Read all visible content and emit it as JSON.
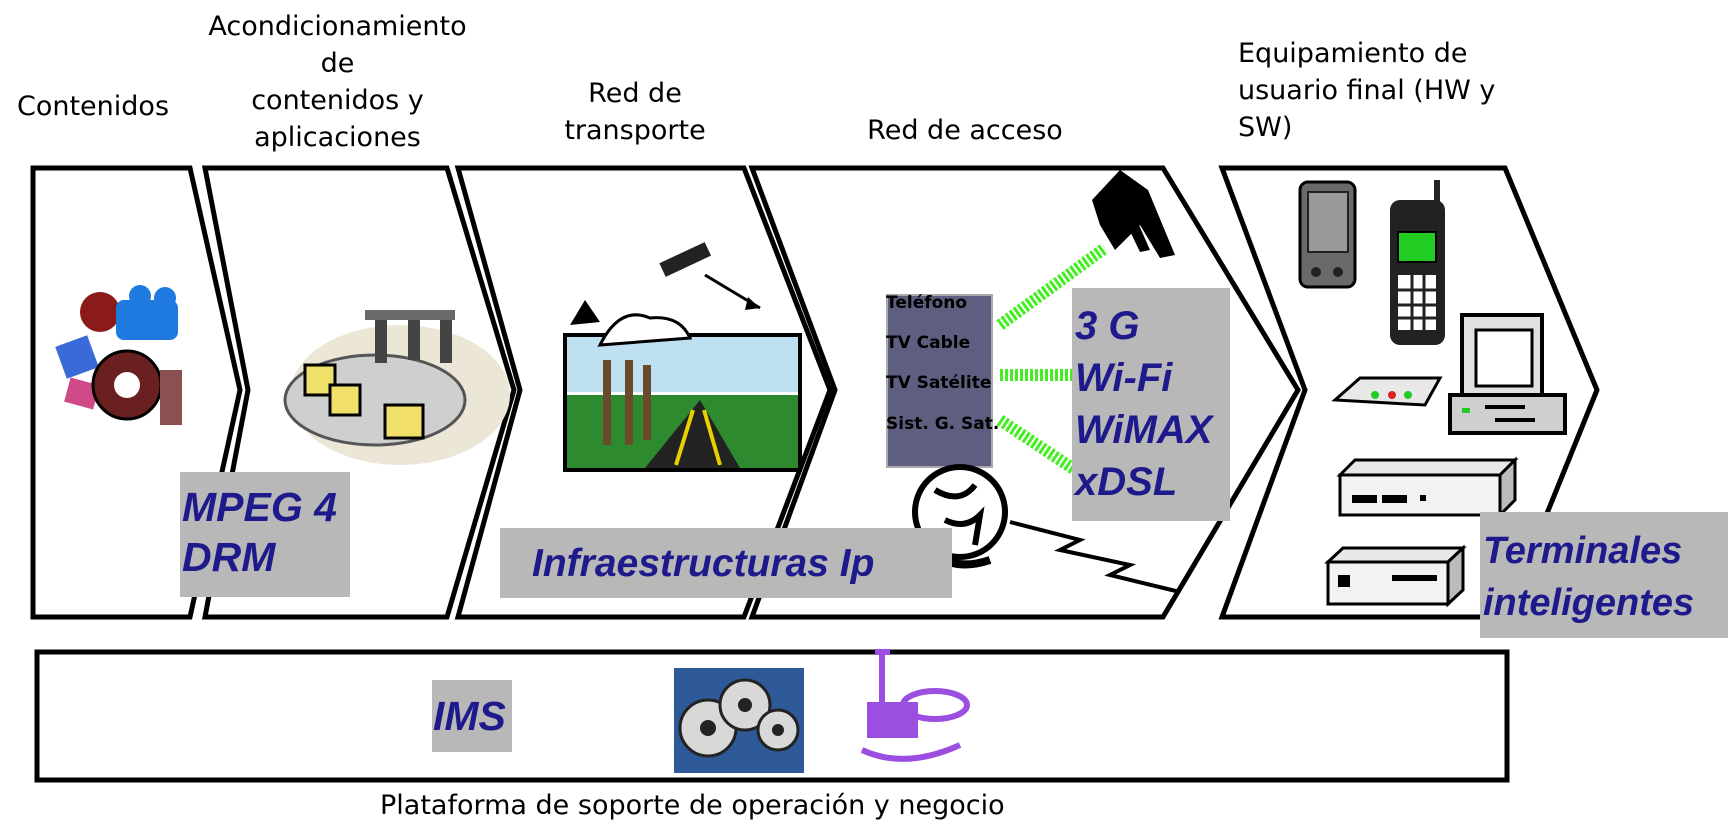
{
  "stage_headers": {
    "contenidos": "Contenidos",
    "acondicionamiento": [
      "Acondicionamiento",
      "de",
      "contenidos y",
      "aplicaciones"
    ],
    "red_transporte": [
      "Red de",
      "transporte"
    ],
    "red_acceso": "Red de acceso",
    "equipamiento": [
      "Equipamiento de",
      "usuario final (HW y",
      "SW)"
    ]
  },
  "labels": {
    "mpeg": [
      "MPEG 4",
      "DRM"
    ],
    "infraestructuras": "Infraestructuras Ip",
    "wireless": [
      "3 G",
      "Wi-Fi",
      "WiMAX",
      "xDSL"
    ],
    "terminales": [
      "Terminales",
      "inteligentes"
    ],
    "ims": "IMS"
  },
  "access_list": [
    "Teléfono",
    "TV Cable",
    "TV Satélite",
    "Sist. G. Sat."
  ],
  "footer": "Plataforma de soporte de operación y  negocio",
  "colors": {
    "label_blue": "#1e1a8c",
    "label_box": "#b8b8b8",
    "signal_green": "#44ee22",
    "access_box": "#5a5a7a",
    "purple_icon": "#9b4fe0"
  },
  "icons": [
    "film-camera-icon",
    "assembly-line-icon",
    "satellite-road-icon",
    "satellite-dish-icon",
    "globe-icon",
    "antenna-tower-icon",
    "lightning-icon",
    "pda-icon",
    "mobile-phone-icon",
    "modem-icon",
    "computer-icon",
    "set-top-box-icon",
    "gears-icon",
    "satellite-antenna-icon"
  ]
}
